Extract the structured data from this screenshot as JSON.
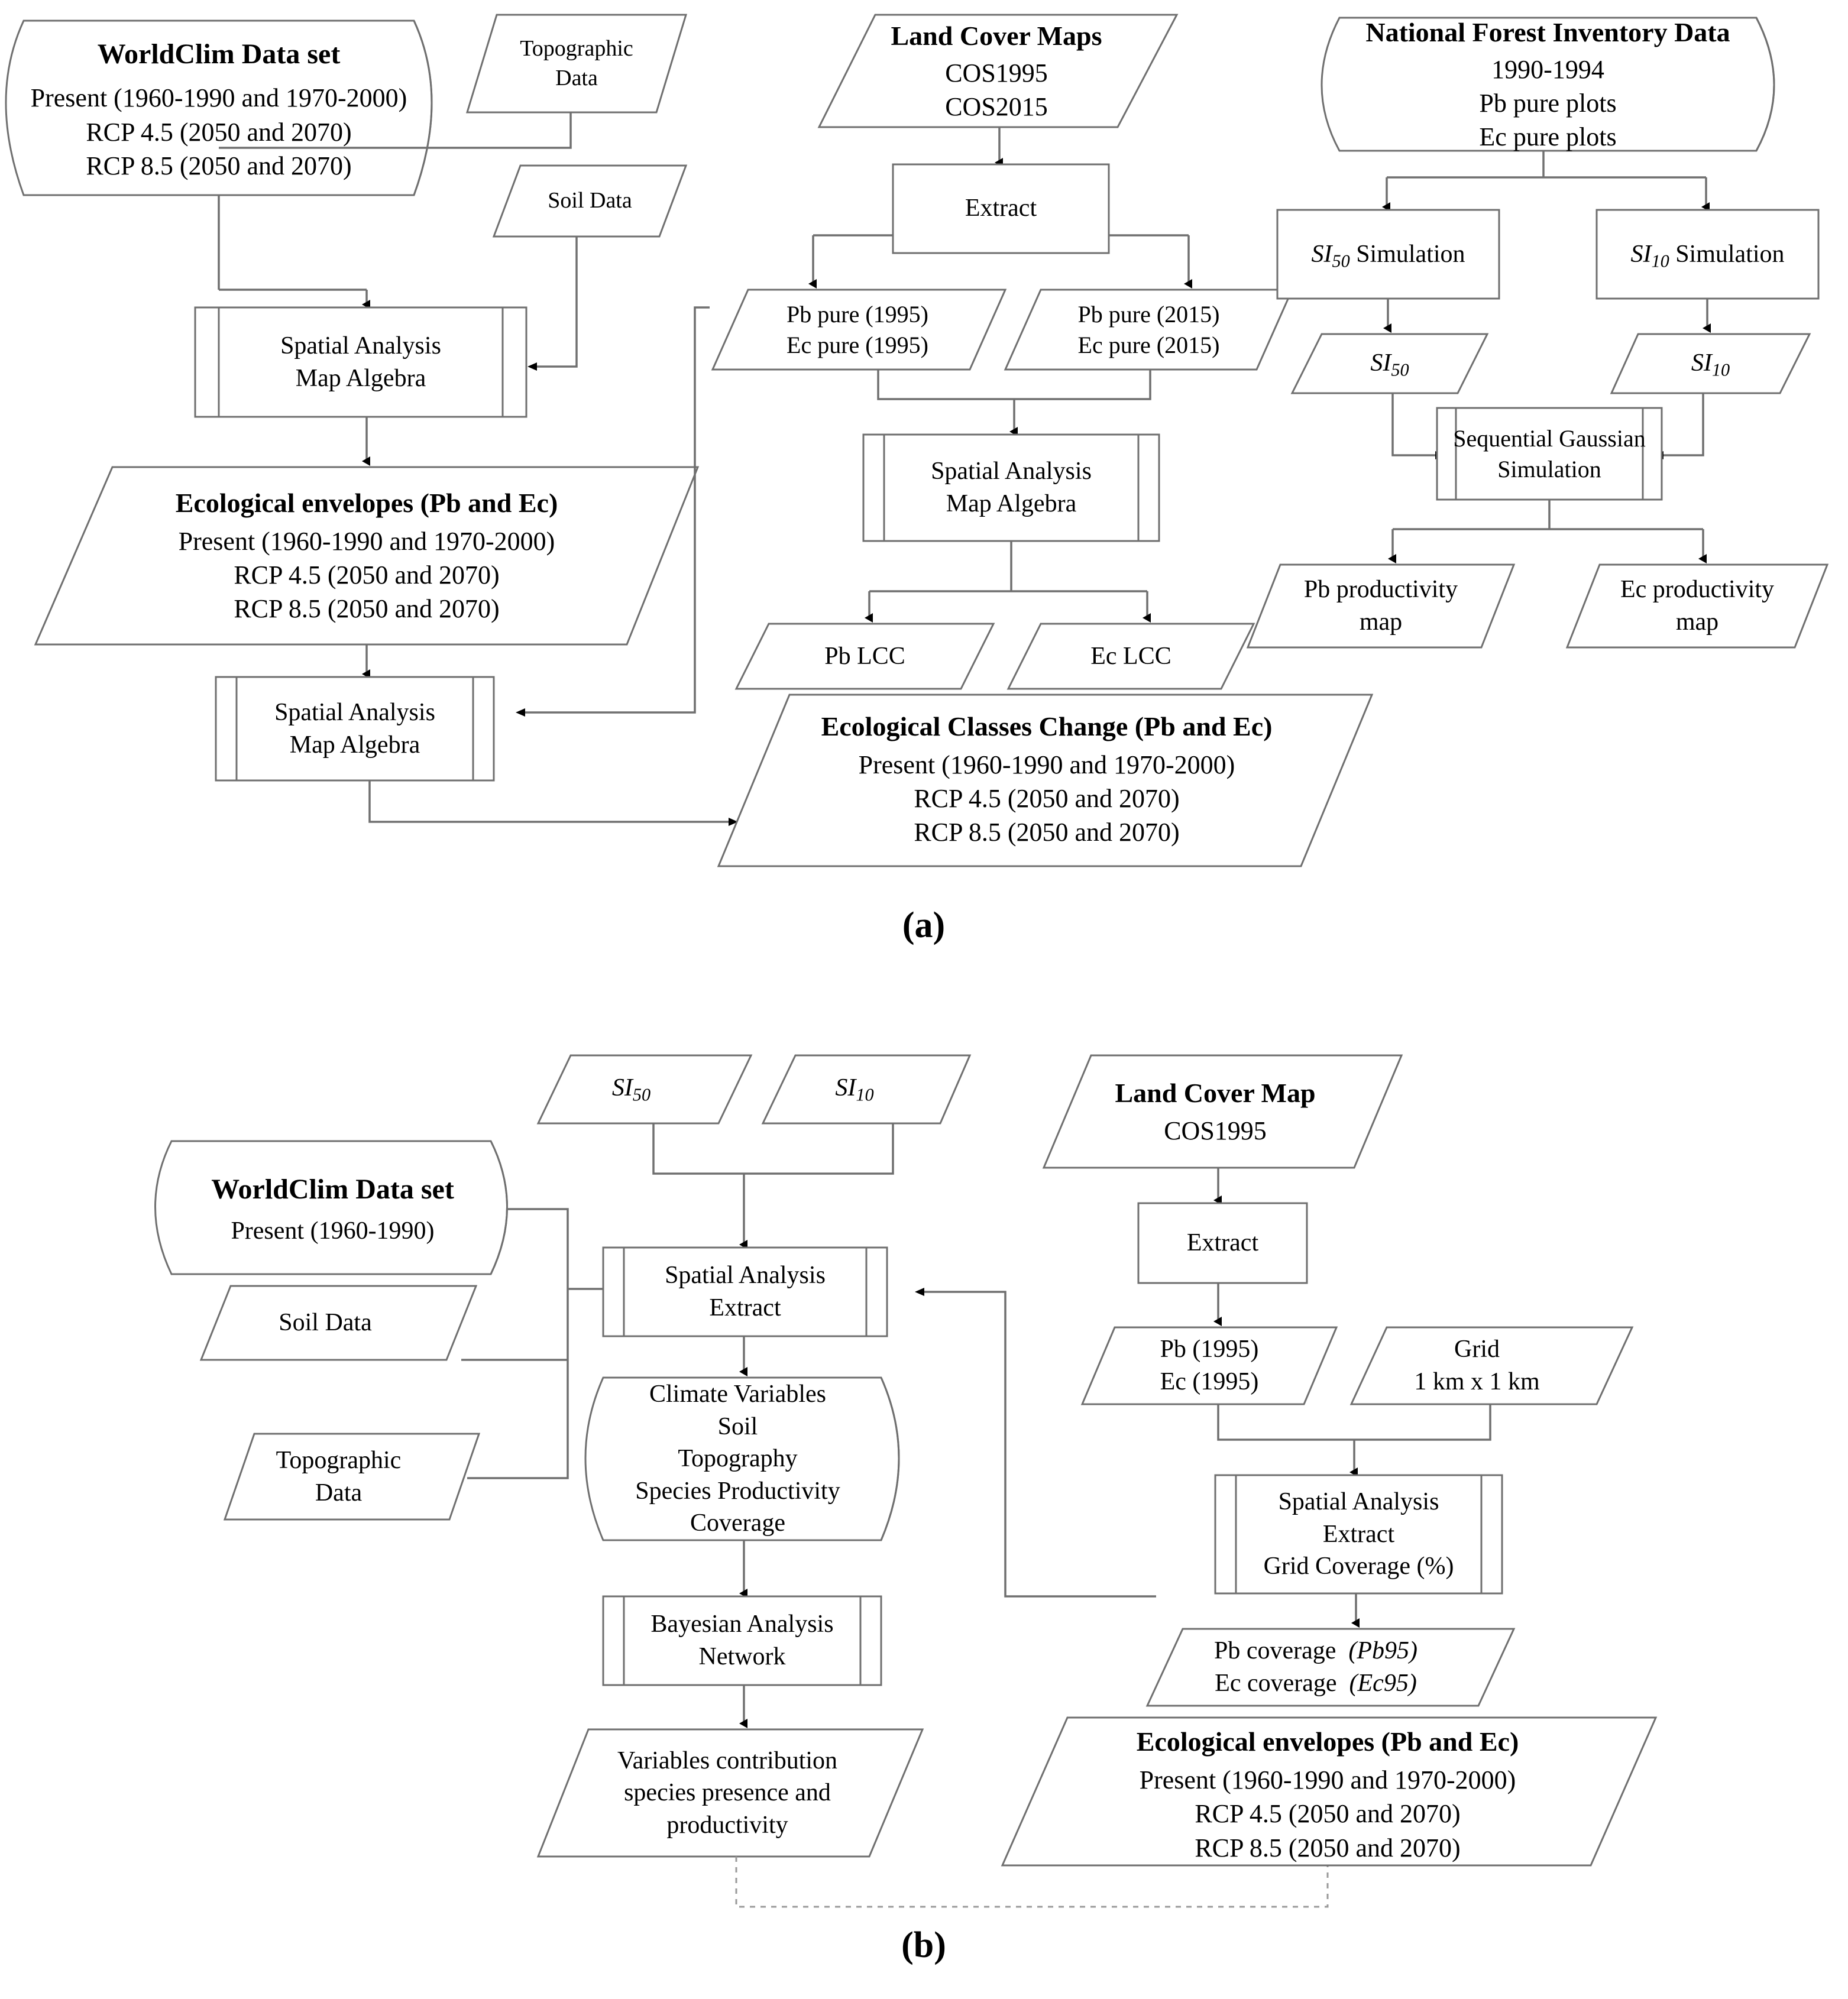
{
  "figure": {
    "panel_a_label": "(a)",
    "panel_b_label": "(b)"
  },
  "panel_a": {
    "nodes": {
      "worldclim": {
        "shape": "cylinder",
        "title": "WorldClim Data set",
        "line1": "Present (1960-1990 and 1970-2000)",
        "line2": "RCP 4.5 (2050 and 2070)",
        "line3": "RCP 8.5 (2050 and 2070)"
      },
      "topographic": {
        "shape": "parallelogram",
        "line1": "Topographic",
        "line2": "Data"
      },
      "soil": {
        "shape": "parallelogram",
        "line1": "Soil Data"
      },
      "spatial1": {
        "shape": "process",
        "line1": "Spatial Analysis",
        "line2": "Map Algebra"
      },
      "envelopes": {
        "shape": "parallelogram",
        "title": "Ecological envelopes (Pb and Ec)",
        "line1": "Present (1960-1990 and 1970-2000)",
        "line2": "RCP 4.5 (2050 and 2070)",
        "line3": "RCP 8.5 (2050 and 2070)"
      },
      "spatial2": {
        "shape": "process",
        "line1": "Spatial Analysis",
        "line2": "Map Algebra"
      },
      "landcover": {
        "shape": "parallelogram",
        "title": "Land Cover Maps",
        "line1": "COS1995",
        "line2": "COS2015"
      },
      "extract": {
        "shape": "process-plain",
        "line1": "Extract"
      },
      "pure1995": {
        "shape": "parallelogram",
        "line1": "Pb pure (1995)",
        "line2": "Ec pure (1995)"
      },
      "pure2015": {
        "shape": "parallelogram",
        "line1": "Pb pure (2015)",
        "line2": "Ec pure (2015)"
      },
      "spatial3": {
        "shape": "process",
        "line1": "Spatial Analysis",
        "line2": "Map Algebra"
      },
      "pblcc": {
        "shape": "parallelogram",
        "line1": "Pb LCC"
      },
      "eclcc": {
        "shape": "parallelogram",
        "line1": "Ec LCC"
      },
      "nfi": {
        "shape": "cylinder",
        "title": "National Forest Inventory Data",
        "line1": "1990-1994",
        "line2": "Pb pure plots",
        "line3": "Ec pure plots"
      },
      "si50sim": {
        "shape": "process-plain",
        "line1_italic": "SI",
        "line1_sub": "50",
        "line1_rest": " Simulation"
      },
      "si10sim": {
        "shape": "process-plain",
        "line1_italic": "SI",
        "line1_sub": "10",
        "line1_rest": " Simulation"
      },
      "si50": {
        "shape": "parallelogram",
        "line1_italic": "SI",
        "line1_sub": "50"
      },
      "si10": {
        "shape": "parallelogram",
        "line1_italic": "SI",
        "line1_sub": "10"
      },
      "sgs": {
        "shape": "process",
        "line1": "Sequential Gaussian",
        "line2": "Simulation"
      },
      "pbprod": {
        "shape": "parallelogram",
        "line1": "Pb productivity",
        "line2": "map"
      },
      "ecprod": {
        "shape": "parallelogram",
        "line1": "Ec productivity",
        "line2": "map"
      },
      "classchange": {
        "shape": "parallelogram",
        "title": "Ecological Classes Change (Pb and Ec)",
        "line1": "Present (1960-1990 and 1970-2000)",
        "line2": "RCP 4.5 (2050 and 2070)",
        "line3": "RCP 8.5 (2050 and 2070)"
      }
    }
  },
  "panel_b": {
    "nodes": {
      "si50": {
        "shape": "parallelogram",
        "line1_italic": "SI",
        "line1_sub": "50"
      },
      "si10": {
        "shape": "parallelogram",
        "line1_italic": "SI",
        "line1_sub": "10"
      },
      "landcover": {
        "shape": "parallelogram",
        "title": "Land Cover Map",
        "line1": "COS1995"
      },
      "worldclim": {
        "shape": "cylinder",
        "title": "WorldClim Data set",
        "line1": "Present (1960-1990)"
      },
      "soil": {
        "shape": "parallelogram",
        "line1": "Soil Data"
      },
      "topographic": {
        "shape": "parallelogram",
        "line1": "Topographic",
        "line2": "Data"
      },
      "spatial_extract": {
        "shape": "process",
        "line1": "Spatial Analysis",
        "line2": "Extract"
      },
      "extract": {
        "shape": "process-plain",
        "line1": "Extract"
      },
      "pbec1995": {
        "shape": "parallelogram",
        "line1": "Pb (1995)",
        "line2": "Ec (1995)"
      },
      "grid": {
        "shape": "parallelogram",
        "line1": "Grid",
        "line2": "1 km x 1 km"
      },
      "database": {
        "shape": "cylinder",
        "line1": "Climate Variables",
        "line2": "Soil",
        "line3": "Topography",
        "line4": "Species Productivity",
        "line5": "Coverage"
      },
      "spatial_grid": {
        "shape": "process",
        "line1": "Spatial Analysis",
        "line2": "Extract",
        "line3": "Grid Coverage (%)"
      },
      "coverage": {
        "shape": "parallelogram",
        "line1": "Pb coverage",
        "line1_ital": "(Pb95)",
        "line2": "Ec coverage",
        "line2_ital": "(Ec95)"
      },
      "bayesian": {
        "shape": "process",
        "line1": "Bayesian Analysis",
        "line2": "Network"
      },
      "varcontrib": {
        "shape": "parallelogram",
        "line1": "Variables contribution",
        "line2": "species presence and",
        "line3": "productivity"
      },
      "envelopes": {
        "shape": "parallelogram",
        "title": "Ecological envelopes (Pb and Ec)",
        "line1": "Present (1960-1990 and 1970-2000)",
        "line2": "RCP 4.5 (2050 and 2070)",
        "line3": "RCP 8.5 (2050 and 2070)"
      }
    }
  },
  "colors": {
    "stroke": "#6f6f6f",
    "text": "#000000",
    "background": "#ffffff",
    "dashed": "#9a9a9a"
  }
}
